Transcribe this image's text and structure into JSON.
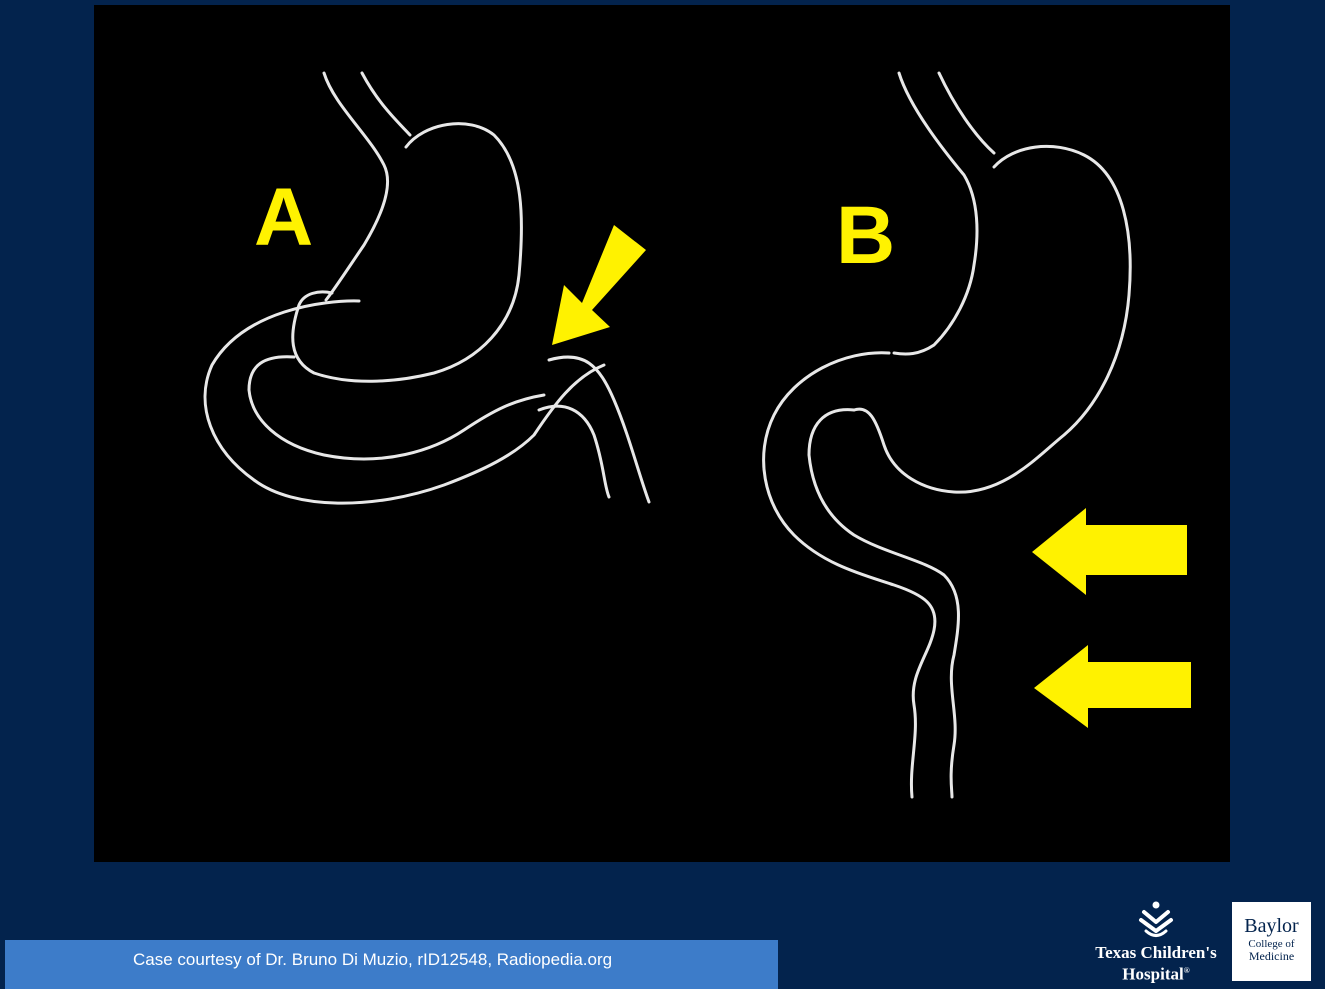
{
  "diagram": {
    "label_a": "A",
    "label_b": "B"
  },
  "caption": {
    "text": "Case courtesy of Dr. Bruno Di Muzio, rID12548, Radiopedia.org"
  },
  "logos": {
    "tch_line1": "Texas Children's",
    "tch_line2": "Hospital",
    "tch_mark": "®",
    "baylor_line1": "Baylor",
    "baylor_line2": "College of",
    "baylor_line3": "Medicine"
  },
  "colors": {
    "background": "#03234d",
    "panel": "#000000",
    "arrow": "#fff200",
    "outline": "#e8e8e8",
    "caption_bar": "#3d7cc9"
  },
  "icons": [
    "stomach-outline-a",
    "stomach-outline-b",
    "arrow-down-left-icon",
    "arrow-left-icon",
    "tch-logo-icon"
  ]
}
